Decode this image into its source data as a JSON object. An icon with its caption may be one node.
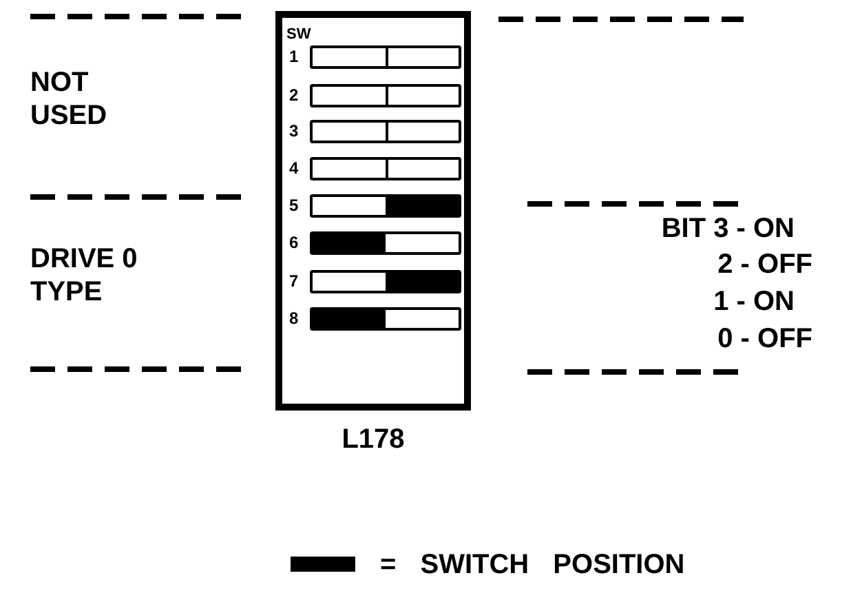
{
  "diagram": {
    "nodes": [
      {
        "text": [
          "SW"
        ],
        "beside": [
          "L178"
        ]
      },
      {
        "text": [],
        "shape": "box",
        "in": 0,
        "beside": [
          "1"
        ]
      },
      {
        "text": [],
        "shape": "box",
        "in": 0,
        "beside": [
          "2"
        ]
      },
      {
        "text": [],
        "shape": "box",
        "in": 0,
        "beside": [
          "3"
        ]
      },
      {
        "text": [],
        "shape": "box",
        "in": 0,
        "beside": [
          "4"
        ]
      },
      {
        "text": [],
        "shape": "box",
        "in": 0,
        "beside": [
          "5"
        ]
      },
      {
        "text": [],
        "shape": "box",
        "in": 0,
        "beside": [
          "6"
        ]
      },
      {
        "text": [],
        "shape": "box",
        "in": 0,
        "beside": [
          "7"
        ]
      },
      {
        "text": [],
        "shape": "box",
        "in": 0,
        "beside": [
          "8"
        ]
      }
    ],
    "edges": [],
    "labels": [
      "NOT USED",
      "DRIVE 0 TYPE",
      "BIT 3 - ON",
      "2 - OFF",
      "1 - ON",
      "0 - OFF"
    ],
    "legend": [
      {
        "text": "= SWITCH POSITION",
        "color": "#000000"
      }
    ]
  }
}
